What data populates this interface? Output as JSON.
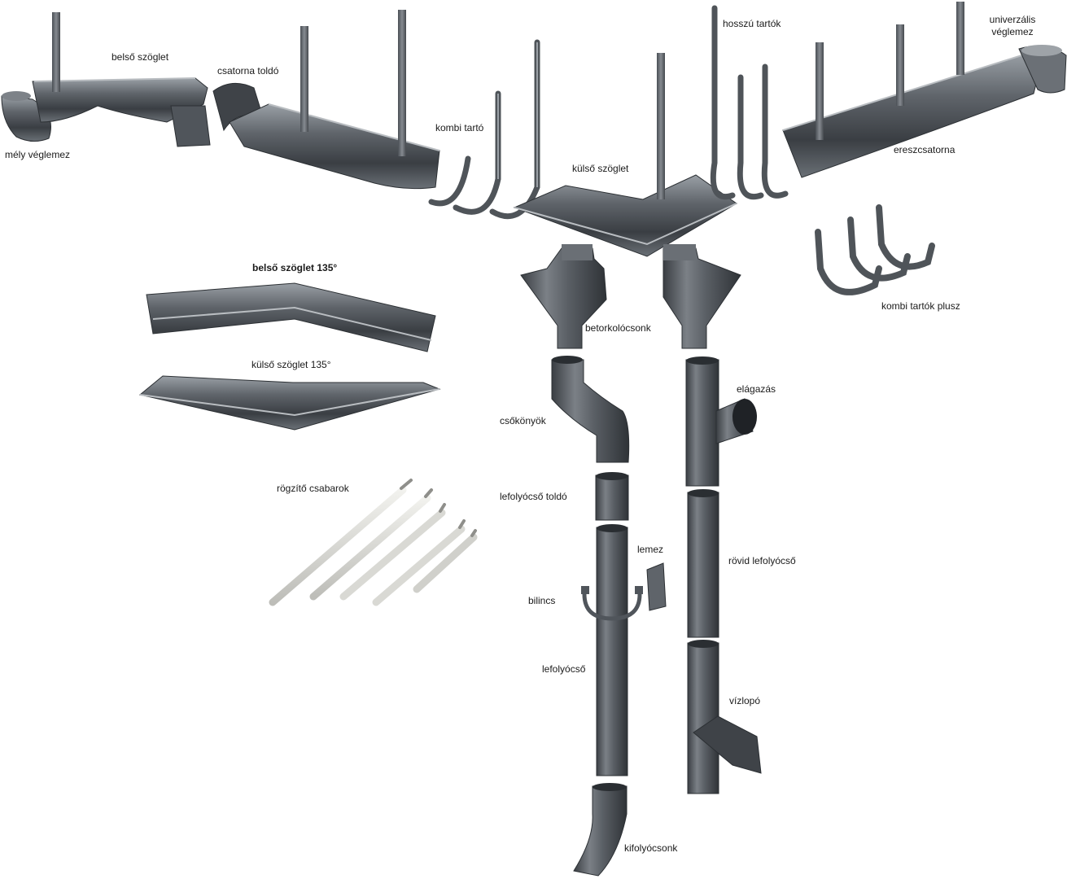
{
  "labels": {
    "mely_veglemez": "mély véglemez",
    "belso_szoglet": "belső szöglet",
    "csatorna_toldo": "csatorna toldó",
    "kombi_tarto": "kombi tartó",
    "kulso_szoglet": "külső szöglet",
    "hosszu_tartok": "hosszú tartók",
    "univerzalis_veglemez": "univerzális\nvéglemez",
    "ereszcsatorna": "ereszcsatorna",
    "kombi_tartok_plusz": "kombi tartók plusz",
    "belso_szoglet_135": "belső szöglet 135°",
    "kulso_szoglet_135": "külső szöglet 135°",
    "rogzito_csavarok": "rögzítő csabarok",
    "betorkolocsonk": "betorkolócsonk",
    "csokonyok": "csőkönyök",
    "lefolyocso_toldo": "lefolyócső toldó",
    "lemez": "lemez",
    "bilincs": "bilincs",
    "lefolyocso": "lefolyócső",
    "kifolyocsonk": "kifolyócsonk",
    "elagazas": "elágazás",
    "rovid_lefolyocso": "rövid lefolyócső",
    "vizlopo": "vízlopó"
  },
  "colors": {
    "metal_dark": "#3d4146",
    "metal_mid": "#5f646a",
    "metal_light": "#8d9298",
    "metal_highlight": "#b9bdc1",
    "screw_white": "#e6e6e2",
    "screw_grey": "#9a9a96"
  }
}
